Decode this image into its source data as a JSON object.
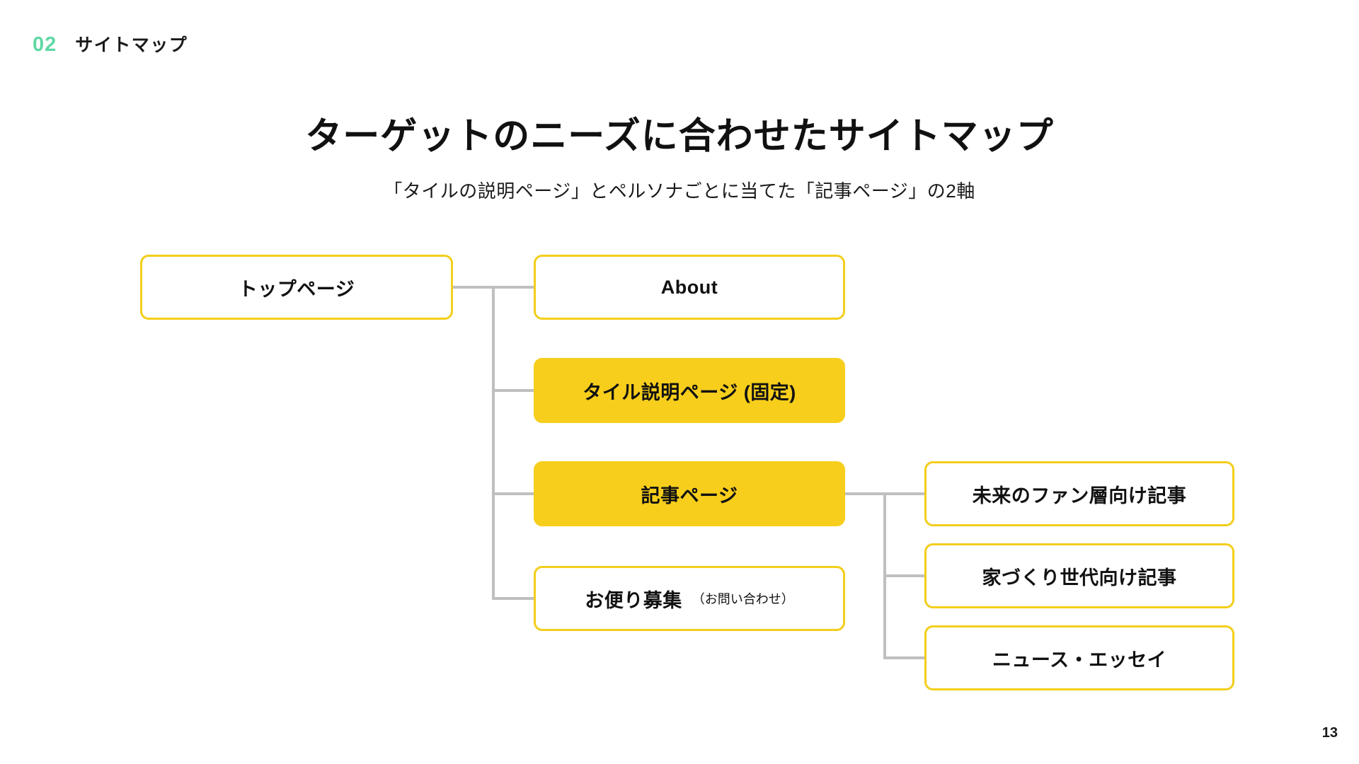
{
  "header": {
    "section_number": "02",
    "section_title": "サイトマップ"
  },
  "titles": {
    "main": "ターゲットのニーズに合わせたサイトマップ",
    "sub": "「タイルの説明ページ」とペルソナごとに当てた「記事ページ」の2軸"
  },
  "colors": {
    "accent_mint": "#5FD8A4",
    "brand_yellow": "#F7CE1C",
    "node_border": "#F3CE1B",
    "connector_gray": "#BFBFBF",
    "text_dark": "#111111",
    "background": "#FFFFFF"
  },
  "diagram": {
    "type": "sitemap-tree",
    "root": {
      "id": "top",
      "label": "トップページ",
      "style": "outline"
    },
    "level2": [
      {
        "id": "about",
        "label": "About",
        "style": "outline",
        "sublabel": ""
      },
      {
        "id": "tile",
        "label": "タイル説明ページ (固定)",
        "style": "filled",
        "sublabel": ""
      },
      {
        "id": "article",
        "label": "記事ページ",
        "style": "filled",
        "sublabel": ""
      },
      {
        "id": "contact",
        "label": "お便り募集",
        "style": "outline",
        "sublabel": "（お問い合わせ）"
      }
    ],
    "level3": [
      {
        "id": "fans",
        "label": "未来のファン層向け記事",
        "style": "outline",
        "parent": "article"
      },
      {
        "id": "builders",
        "label": "家づくり世代向け記事",
        "style": "outline",
        "parent": "article"
      },
      {
        "id": "news",
        "label": "ニュース・エッセイ",
        "style": "outline",
        "parent": "article"
      }
    ]
  },
  "footer": {
    "page_number": "13"
  }
}
